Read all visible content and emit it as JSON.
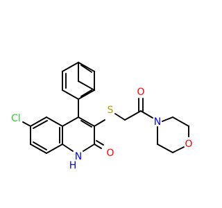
{
  "atoms": [
    {
      "id": "Cl",
      "label": "Cl",
      "color": "#33cc33"
    },
    {
      "id": "S",
      "label": "S",
      "color": "#b8a000"
    },
    {
      "id": "O_keto",
      "label": "O",
      "color": "#ff0000"
    },
    {
      "id": "N_morph",
      "label": "N",
      "color": "#0000ff"
    },
    {
      "id": "O_morph",
      "label": "O",
      "color": "#ff0000"
    },
    {
      "id": "NH",
      "label": "H\nN",
      "color": "#0000ff"
    },
    {
      "id": "O_lactam",
      "label": "O",
      "color": "#ff0000"
    }
  ],
  "nh_label": {
    "h": "H",
    "n": "N"
  },
  "colors": {
    "bond": "#000000",
    "background": "#ffffff"
  }
}
